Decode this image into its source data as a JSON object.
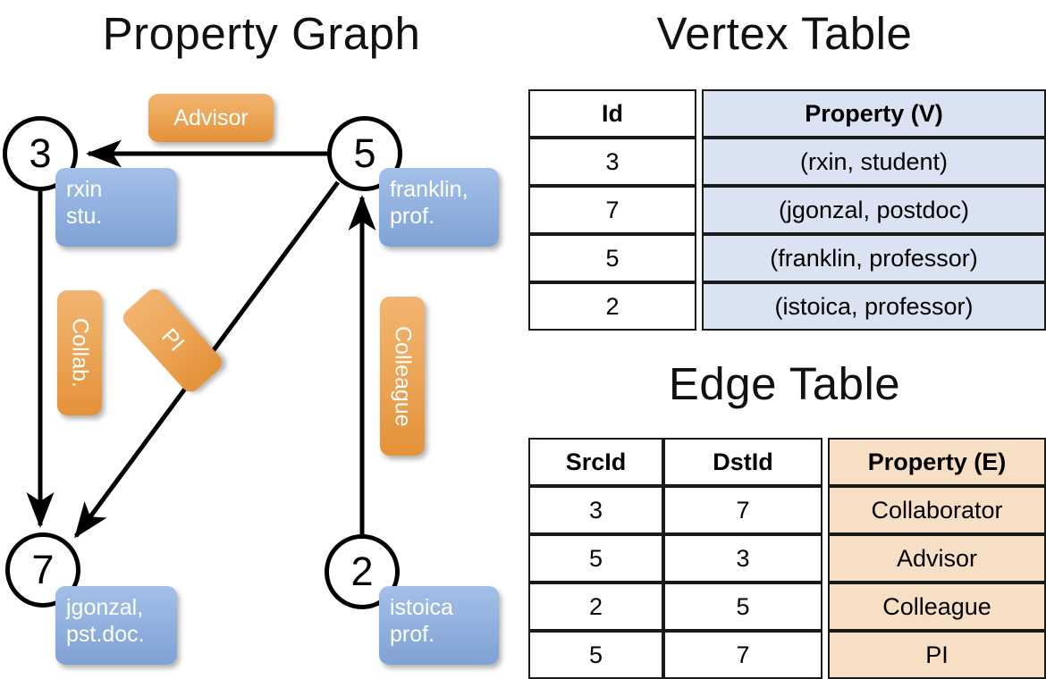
{
  "titles": {
    "property_graph": "Property Graph",
    "vertex_table": "Vertex Table",
    "edge_table": "Edge Table"
  },
  "graph": {
    "nodes": [
      {
        "id": "3",
        "label": "3",
        "property_lines": [
          "rxin",
          "stu."
        ]
      },
      {
        "id": "5",
        "label": "5",
        "property_lines": [
          "franklin,",
          "prof."
        ]
      },
      {
        "id": "7",
        "label": "7",
        "property_lines": [
          "jgonzal,",
          "pst.doc."
        ]
      },
      {
        "id": "2",
        "label": "2",
        "property_lines": [
          "istoica",
          "prof."
        ]
      }
    ],
    "edge_labels": [
      {
        "name": "advisor",
        "text": "Advisor"
      },
      {
        "name": "collab",
        "text": "Collab."
      },
      {
        "name": "pi",
        "text": "PI"
      },
      {
        "name": "colleague",
        "text": "Colleague"
      }
    ],
    "edges": [
      {
        "src": "5",
        "dst": "3",
        "label": "Advisor"
      },
      {
        "src": "3",
        "dst": "7",
        "label": "Collab."
      },
      {
        "src": "5",
        "dst": "7",
        "label": "PI"
      },
      {
        "src": "2",
        "dst": "5",
        "label": "Colleague"
      }
    ]
  },
  "vertex_table": {
    "headers": [
      "Id",
      "Property (V)"
    ],
    "rows": [
      {
        "id": "3",
        "property": "(rxin, student)"
      },
      {
        "id": "7",
        "property": "(jgonzal, postdoc)"
      },
      {
        "id": "5",
        "property": "(franklin, professor)"
      },
      {
        "id": "2",
        "property": "(istoica, professor)"
      }
    ]
  },
  "edge_table": {
    "headers": [
      "SrcId",
      "DstId",
      "Property (E)"
    ],
    "rows": [
      {
        "src": "3",
        "dst": "7",
        "property": "Collaborator"
      },
      {
        "src": "5",
        "dst": "3",
        "property": "Advisor"
      },
      {
        "src": "2",
        "dst": "5",
        "property": "Colleague"
      },
      {
        "src": "5",
        "dst": "7",
        "property": "PI"
      }
    ]
  },
  "colors": {
    "vertex_cell": "#d9e3f2",
    "edge_cell": "#f7dfc5",
    "node_box_blue": "#93b2e0",
    "edge_label_orange": "#eca657",
    "stroke": "#000000"
  }
}
